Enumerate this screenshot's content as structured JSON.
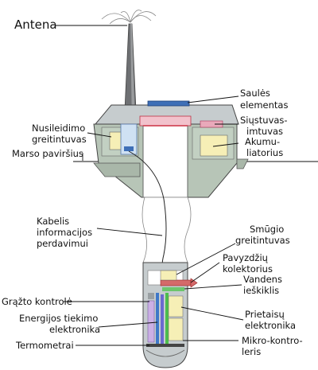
{
  "labels": {
    "antena": "Antena",
    "saules_1": "Saulės",
    "saules_2": "elementas",
    "nusileidimo_1": "Nusileidimo",
    "nusileidimo_2": "greitintuvas",
    "siustuvas_1": "Siųstuvas-",
    "siustuvas_2": "imtuvas",
    "marso": "Marso paviršius",
    "akum_1": "Akumu-",
    "akum_2": "liatorius",
    "kabelis_1": "Kabelis",
    "kabelis_2": "informacijos",
    "kabelis_3": "perdavimui",
    "smugio_1": "Smūgio",
    "smugio_2": "greitintuvas",
    "pavyzdziu_1": "Pavyzdžių",
    "pavyzdziu_2": "kolektorius",
    "vandens_1": "Vandens",
    "vandens_2": "ieškiklis",
    "grazto": "Grąžto kontrolė",
    "energijos_1": "Energijos tiekimo",
    "energijos_2": "elektronika",
    "prietaisu_1": "Prietaisų",
    "prietaisu_2": "elektronika",
    "termometrai": "Termometrai",
    "mikro_1": "Mikro-kontro-",
    "mikro_2": "leris"
  }
}
